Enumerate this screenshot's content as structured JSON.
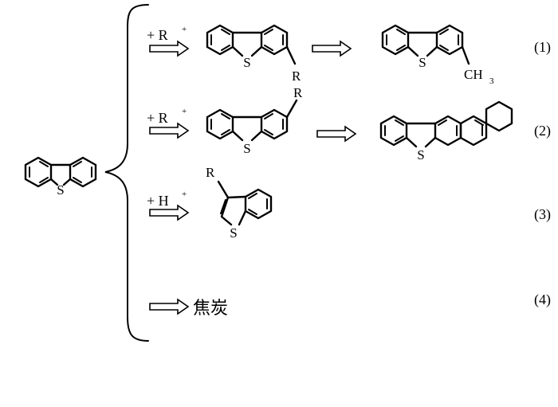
{
  "reactions": [
    {
      "id": "1",
      "number": "(1)",
      "reagent": "+ R",
      "reagent_charge": "+",
      "intermediate_sub": "R",
      "product_sub": "CH",
      "product_sub_index": "3"
    },
    {
      "id": "2",
      "number": "(2)",
      "reagent": "+ R",
      "reagent_charge": "+",
      "intermediate_sub": "R"
    },
    {
      "id": "3",
      "number": "(3)",
      "reagent": "+ H",
      "reagent_charge": "+",
      "product_sub": "R"
    },
    {
      "id": "4",
      "number": "(4)",
      "product_text": "焦炭"
    }
  ],
  "atom_label_S": "S"
}
